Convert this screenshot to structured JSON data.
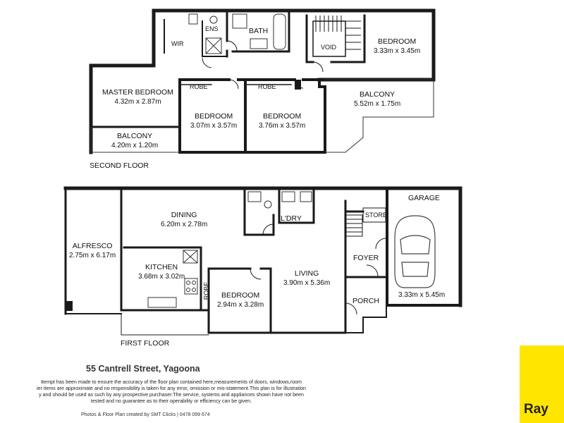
{
  "second_floor": {
    "label": "SECOND FLOOR",
    "rooms": {
      "wir": "WIR",
      "ens": "ENS",
      "bath": "BATH",
      "void": "VOID",
      "bedroom_ne": {
        "name": "BEDROOM",
        "size": "3.33m x 3.45m"
      },
      "master": {
        "name": "MASTER BEDROOM",
        "size": "4.32m x 2.87m"
      },
      "robe_1": "ROBE",
      "robe_2": "ROBE",
      "bedroom_2": {
        "name": "BEDROOM",
        "size": "3.07m x 3.57m"
      },
      "bedroom_3": {
        "name": "BEDROOM",
        "size": "3.76m x 3.57m"
      },
      "balcony_e": {
        "name": "BALCONY",
        "size": "5.52m x 1.75m"
      },
      "balcony_w": {
        "name": "BALCONY",
        "size": "4.20m x 1.20m"
      }
    }
  },
  "first_floor": {
    "label": "FIRST FLOOR",
    "rooms": {
      "alfresco": {
        "name": "ALFRESCO",
        "size": "2.75m x 6.17m"
      },
      "dining": {
        "name": "DINING",
        "size": "6.20m x 2.78m"
      },
      "kitchen": {
        "name": "KITCHEN",
        "size": "3.68m x 3.02m"
      },
      "robe": "ROBE",
      "bedroom": {
        "name": "BEDROOM",
        "size": "2.94m x 3.28m"
      },
      "living": {
        "name": "LIVING",
        "size": "3.90m x 5.36m"
      },
      "laundry": "L'DRY",
      "store": "STORE",
      "foyer": "FOYER",
      "porch": "PORCH",
      "garage": {
        "name": "GARAGE",
        "size": "3.33m x 5.45m"
      }
    }
  },
  "address": "55 Cantrell Street, Yagoona",
  "disclaimer_lines": [
    "ttempt has been made to ensure the accuracy of the floor plan contained here,measurements of doors, windows,room",
    "ier items are approximate and no responsibility is taken for any error, omission or mis-statement.This plan is for illustration",
    "y and should be used as such by any prospective purchaser.The service, systems and appliances shown have not been",
    "tested and no guarantee as to their operability or efficiency can be given."
  ],
  "credits": "Photos & Floor Plan created by SMT Clicks | 0478 099 674",
  "brand_text": "Ray",
  "colors": {
    "wall": "#1a1a1a",
    "brand_yellow": "#ffe600"
  }
}
